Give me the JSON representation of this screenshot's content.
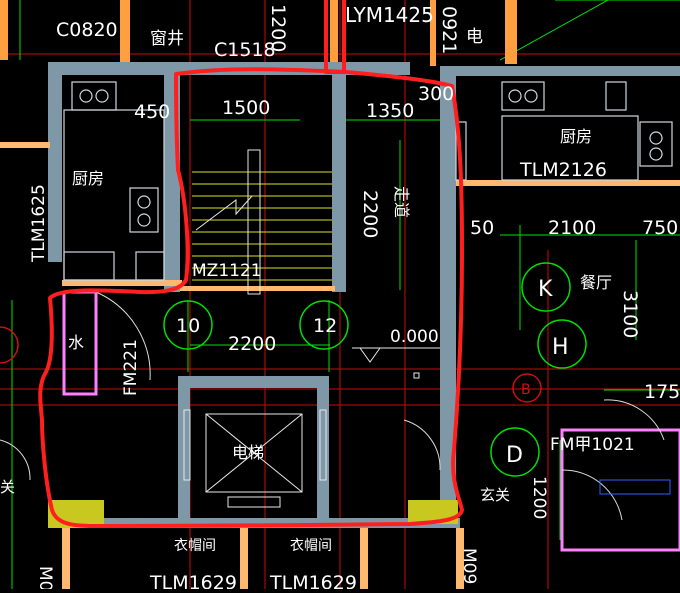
{
  "labels": {
    "c0820": "C0820",
    "window_well": "窗井",
    "c1518": "C1518",
    "d1200": "1200",
    "lym1425": "LYM1425",
    "d0921": "0921",
    "electric": "电",
    "d450": "450",
    "d1500": "1500",
    "d1350": "1350",
    "d300": "300",
    "kitchen_left": "厨房",
    "kitchen_right": "厨房",
    "tlm2126": "TLM2126",
    "tlm1625": "TLM1625",
    "corridor": "走道",
    "d2200_vertical": "2200",
    "d50": "50",
    "d2100": "2100",
    "d750": "750",
    "mz1121": "MZ1121",
    "axis_k": "K",
    "dining": "餐厅",
    "d3100": "3100",
    "water": "水",
    "fm221": "FM221",
    "axis_10": "10",
    "d2200": "2200",
    "axis_12": "12",
    "elevation": "0.000",
    "axis_h": "H",
    "axis_b": "B",
    "d175": "175",
    "elevator": "电梯",
    "axis_d": "D",
    "fm1021": "FM甲1021",
    "d1200_right": "1200",
    "entrance_right": "玄关",
    "entrance_left": "关",
    "closet_1": "衣帽间",
    "closet_2": "衣帽间",
    "tlm1629_1": "TLM1629",
    "tlm1629_2": "TLM1629",
    "m09": "M09",
    "m0": "M0"
  },
  "colors": {
    "background": "#000000",
    "wall": "#7f98a8",
    "markup": "#ff1f1f",
    "axis_red": "#d01010",
    "dimension": "#00ff00",
    "stair": "#d8e020",
    "column": "#c8c820",
    "door_pink": "#ff80ff",
    "cyan": "#00c8ff",
    "orange": "#ffa040"
  }
}
